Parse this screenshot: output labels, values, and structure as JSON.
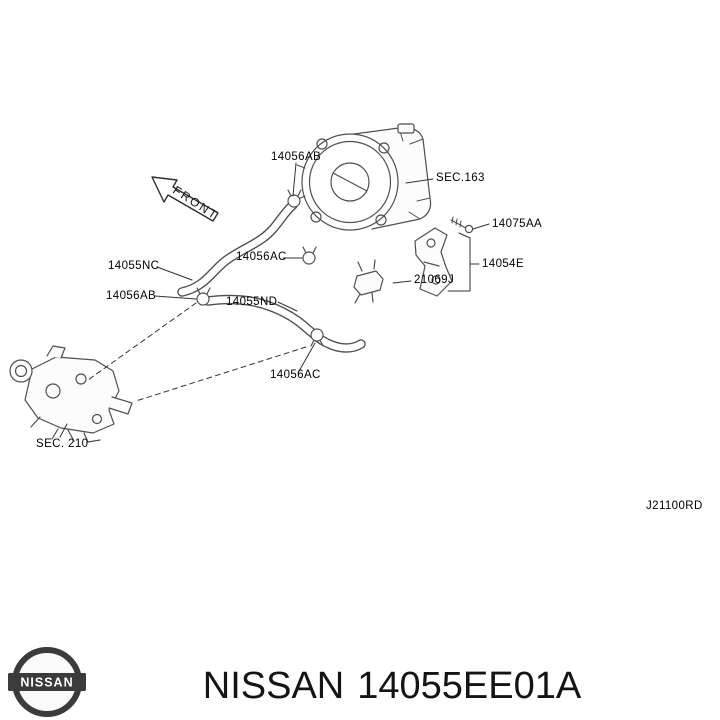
{
  "diagram": {
    "front_label": "FRONT",
    "code": "J21100RD",
    "labels": [
      {
        "text": "14056AB"
      },
      {
        "text": "SEC.163"
      },
      {
        "text": "14075AA"
      },
      {
        "text": "14055NC"
      },
      {
        "text": "14056AC"
      },
      {
        "text": "14054E"
      },
      {
        "text": "21069J"
      },
      {
        "text": "14056AB"
      },
      {
        "text": "14055ND"
      },
      {
        "text": "14056AC"
      },
      {
        "text": "SEC. 210"
      }
    ]
  },
  "footer": {
    "logo_text": "NISSAN",
    "brand": "NISSAN",
    "part_number": "14055EE01A"
  }
}
